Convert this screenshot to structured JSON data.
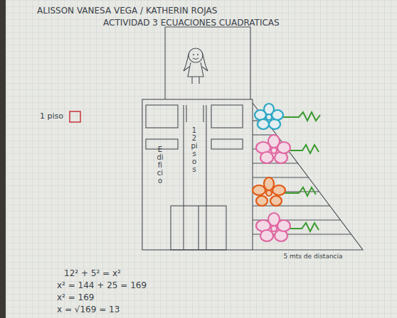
{
  "diagram": {
    "labels": [
      "ALISSON VANESA VEGA / KATHERIN ROJAS",
      "ACTIVIDAD 3 ECUACIONES CUADRATICAS",
      "1 piso",
      "12 pisos",
      "Edificio",
      "5 mts de distancia",
      "12² + 5² = x²",
      "x² = 144 + 25 = 169",
      "x² = 169",
      "x = √169 = 13"
    ]
  }
}
